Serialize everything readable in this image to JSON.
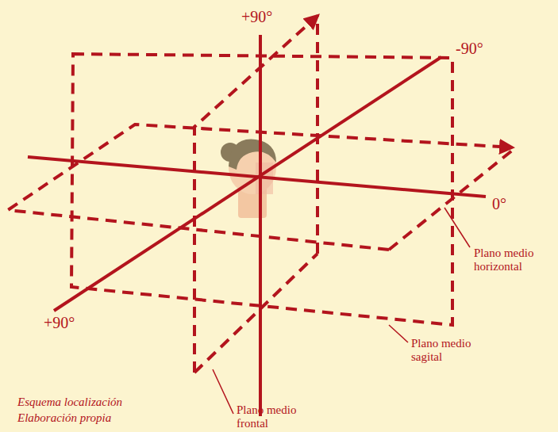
{
  "diagram": {
    "caption": "Esquema localización Elaboración propia",
    "labels": [
      "+90°",
      "-90°",
      "0°",
      "+90°",
      "Plano medio horizontal",
      "Plano medio sagital",
      "Plano medio frontal"
    ]
  }
}
